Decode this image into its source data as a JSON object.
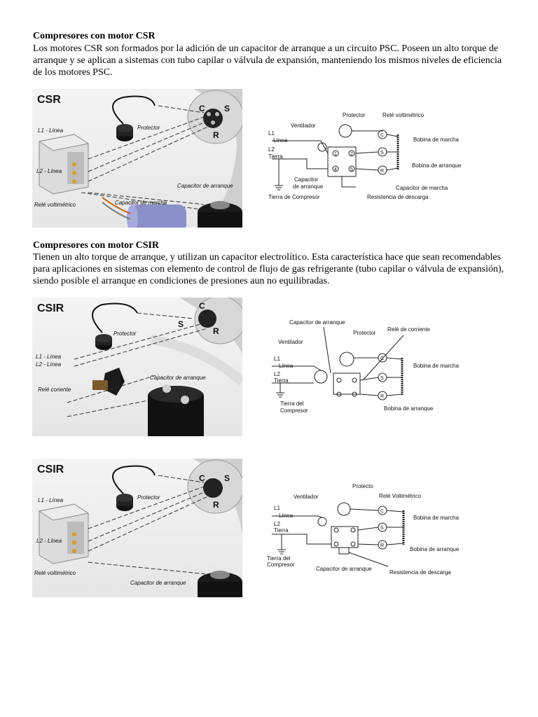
{
  "section_csr": {
    "heading": "Compresores con motor CSR",
    "paragraph": "Los motores CSR son formados por la adición de un capacitor de arranque a un circuito PSC. Poseen un alto torque de arranque y se aplican a sistemas con tubo capilar o válvula de expansión, manteniendo los mismos niveles de eficiencia de los motores PSC.",
    "photo": {
      "title": "CSR",
      "terminal_c": "C",
      "terminal_s": "S",
      "terminal_r": "R",
      "protector": "Protector",
      "l1": "L1 - Línea",
      "l2": "L2 - Línea",
      "start_cap": "Capacitor de arranque",
      "run_cap": "Capacitor de marcha",
      "relay": "Relé voltimétrico"
    },
    "schematic": {
      "protector": "Protector",
      "relay": "Relé voltimétrico",
      "fan": "Ventilador",
      "l1": "L1",
      "linea": "Línea",
      "l2": "L2",
      "tierra": "Tierra",
      "run_coil": "Bobina de marcha",
      "start_coil": "Bobina de arranque",
      "start_cap_1": "Capacitor",
      "start_cap_2": "de arranque",
      "run_cap": "Capacitor de marcha",
      "ground": "Tierra de Compresor",
      "resistor": "Resistencia de descarga",
      "c": "C",
      "s": "S",
      "r": "R",
      "k1": "1",
      "k2": "2",
      "k4": "4",
      "k5": "5"
    }
  },
  "section_csir": {
    "heading": "Compresores con motor CSIR",
    "paragraph": "Tienen un alto torque de arranque, y utilizan un capacitor electrolítico. Esta característica hace que sean recomendables para aplicaciones en sistemas con elemento de control de flujo de gas refrigerante (tubo capilar o válvula de expansión), siendo posible el arranque en condiciones de presiones aun no equilibradas.",
    "photo1": {
      "title": "CSIR",
      "terminal_c": "C",
      "terminal_s": "S",
      "terminal_r": "R",
      "protector": "Protector",
      "l1": "L1 - Línea",
      "l2": "L2 - Línea",
      "relay": "Relé coriente",
      "start_cap": "Capacitor de arranque"
    },
    "schematic1": {
      "start_cap": "Capacitor de arranque",
      "protector": "Protector",
      "relay": "Relé de corriente",
      "fan": "Ventilador",
      "l1": "L1",
      "linea": "Línea",
      "l2": "L2",
      "tierra": "Tierra",
      "run_coil": "Bobina de marcha",
      "ground_1": "Tierra del",
      "ground_2": "Compresor",
      "start_coil": "Bobina de arranque",
      "c": "C",
      "s": "S",
      "r": "R"
    },
    "photo2": {
      "title": "CSIR",
      "terminal_c": "C",
      "terminal_s": "S",
      "terminal_r": "R",
      "protector": "Protector",
      "l1": "L1 - Línea",
      "l2": "L2 - Línea",
      "relay": "Relé voltimétrico",
      "start_cap": "Capacitor de arranque"
    },
    "schematic2": {
      "protector": "Protecto",
      "relay": "Relé Voltimétrico",
      "fan": "Ventilador",
      "l1": "L1",
      "linea": "Línea",
      "l2": "L2",
      "tierra": "Tierra",
      "run_coil": "Bobina de marcha",
      "start_coil": "Bobina de arranque",
      "ground_1": "Tierra del",
      "ground_2": "Compresor",
      "start_cap": "Capacitor de arranque",
      "resistor": "Resistencia de descarga",
      "c": "C",
      "s": "S",
      "r": "R"
    }
  }
}
